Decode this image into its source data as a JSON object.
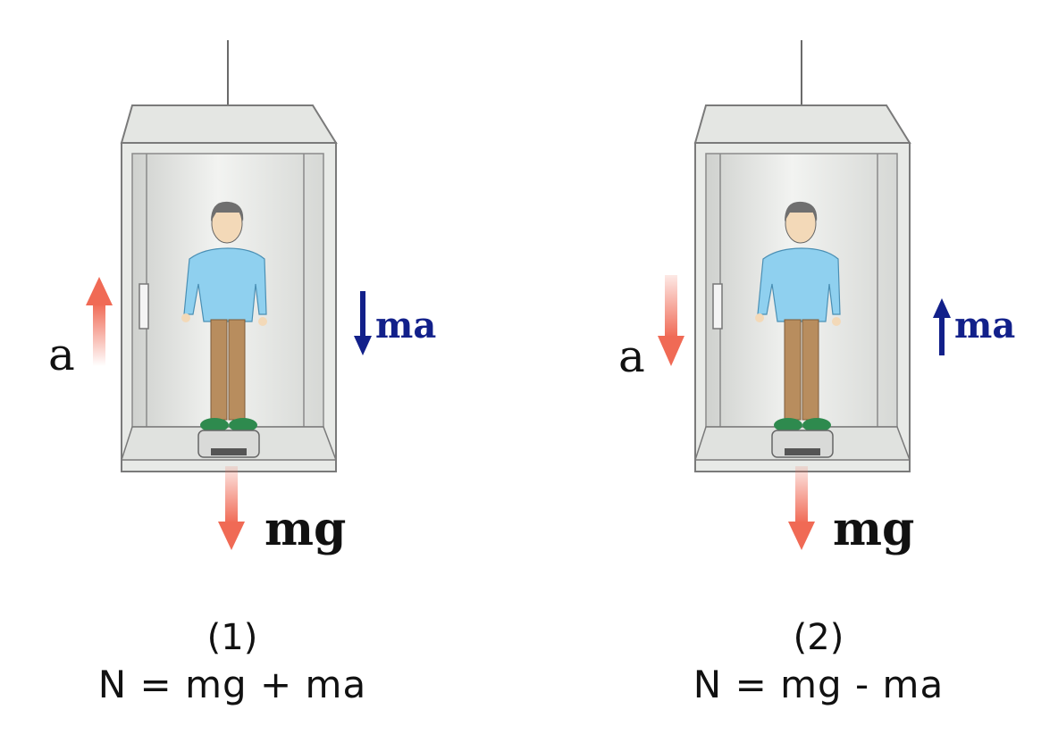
{
  "colors": {
    "accel_arrow": "#f06a55",
    "weight_arrow": "#f06a55",
    "inertial_arrow": "#12208a",
    "inertial_text": "#12208a",
    "elevator_frame": "#7a7a7a",
    "elevator_fill": "#e2e4e1",
    "shirt": "#8fd0ef",
    "pants": "#b88d5e",
    "hair": "#6f6f6f",
    "shoes": "#2e8a4e"
  },
  "icons": [
    "elevator-car",
    "person",
    "bathroom-scale",
    "arrow-up",
    "arrow-down"
  ],
  "panels": [
    {
      "id": "1",
      "accel_label": "a",
      "accel_direction": "up",
      "inertial_label": "ma",
      "inertial_direction": "down",
      "weight_label": "mg",
      "number": "(1)",
      "equation": "N = mg + ma"
    },
    {
      "id": "2",
      "accel_label": "a",
      "accel_direction": "down",
      "inertial_label": "ma",
      "inertial_direction": "up",
      "weight_label": "mg",
      "number": "(2)",
      "equation": "N = mg - ma"
    }
  ]
}
